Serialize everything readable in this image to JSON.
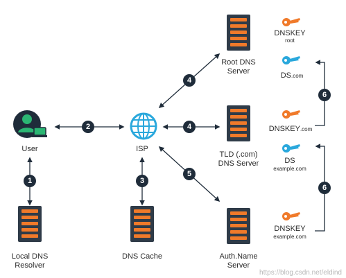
{
  "nodes": {
    "user": "User",
    "isp": "ISP",
    "local_resolver": "Local DNS\nResolver",
    "dns_cache": "DNS Cache",
    "root_server": "Root DNS\nServer",
    "tld_server": "TLD (.com)\nDNS Server",
    "auth_server": "Auth.Name\nServer"
  },
  "keys": {
    "root_dnskey": "DNSKEY",
    "root_dnskey_sub": "root",
    "root_ds": "DS",
    "root_ds_sub": ".com",
    "tld_dnskey": "DNSKEY",
    "tld_dnskey_sub": ".com",
    "tld_ds": "DS",
    "tld_ds_sub": "example.com",
    "auth_dnskey": "DNSKEY",
    "auth_dnskey_sub": "example.com"
  },
  "steps": [
    "1",
    "2",
    "3",
    "4",
    "4",
    "5",
    "6",
    "6"
  ],
  "watermark": "https://blog.csdn.net/eldind",
  "colors": {
    "dark": "#1f2c3a",
    "server": "#2f3b48",
    "server_slot": "#f07a2a",
    "globe": "#2aa8dc",
    "user_head": "#2bb673",
    "key_orange": "#f07a2a",
    "key_blue": "#2aa8dc"
  }
}
